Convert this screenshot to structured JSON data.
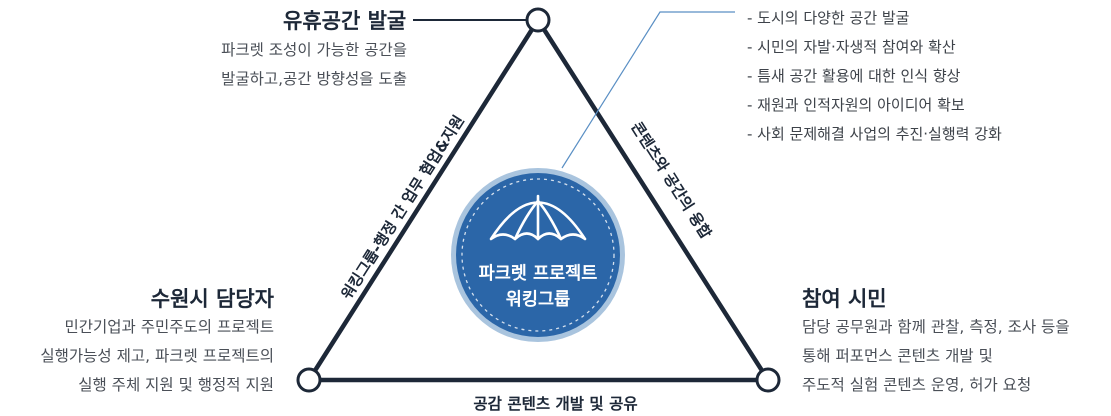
{
  "nodes": {
    "top": {
      "title": "유휴공간 발굴",
      "desc": [
        "파크렛 조성이 가능한 공간을",
        "발굴하고,공간 방향성을 도출"
      ]
    },
    "left": {
      "title": "수원시 담당자",
      "desc": [
        "민간기업과 주민주도의 프로젝트",
        "실행가능성 제고, 파크렛 프로젝트의",
        "실행 주체 지원 및 행정적 지원"
      ]
    },
    "right": {
      "title": "참여 시민",
      "desc": [
        "담당 공무원과 함께 관찰, 측정, 조사 등을",
        "통해 퍼포먼스 콘텐츠 개발 및",
        "주도적 실험 콘텐츠 운영, 허가 요청"
      ]
    }
  },
  "edges": {
    "left": "워킹그룹-행정 간 업무 협업&지원",
    "right": "콘텐츠와 공간의 융합",
    "bottom": "공감 콘텐츠 개발 및 공유"
  },
  "center": {
    "line1": "파크렛 프로젝트",
    "line2": "워킹그룹"
  },
  "callout_bullets": [
    "- 도시의 다양한 공간 발굴",
    "- 시민의 자발·자생적 참여와 확산",
    "- 틈새 공간 활용에 대한 인식 향상",
    "- 재원과 인적자원의 아이디어 확보",
    "- 사회 문제해결 사업의 추진·실행력 강화"
  ],
  "colors": {
    "navy": "#1d2838",
    "badge_blue": "#2b66a8",
    "badge_ring": "#a9c4de",
    "callout_line": "#5a8fc4"
  }
}
